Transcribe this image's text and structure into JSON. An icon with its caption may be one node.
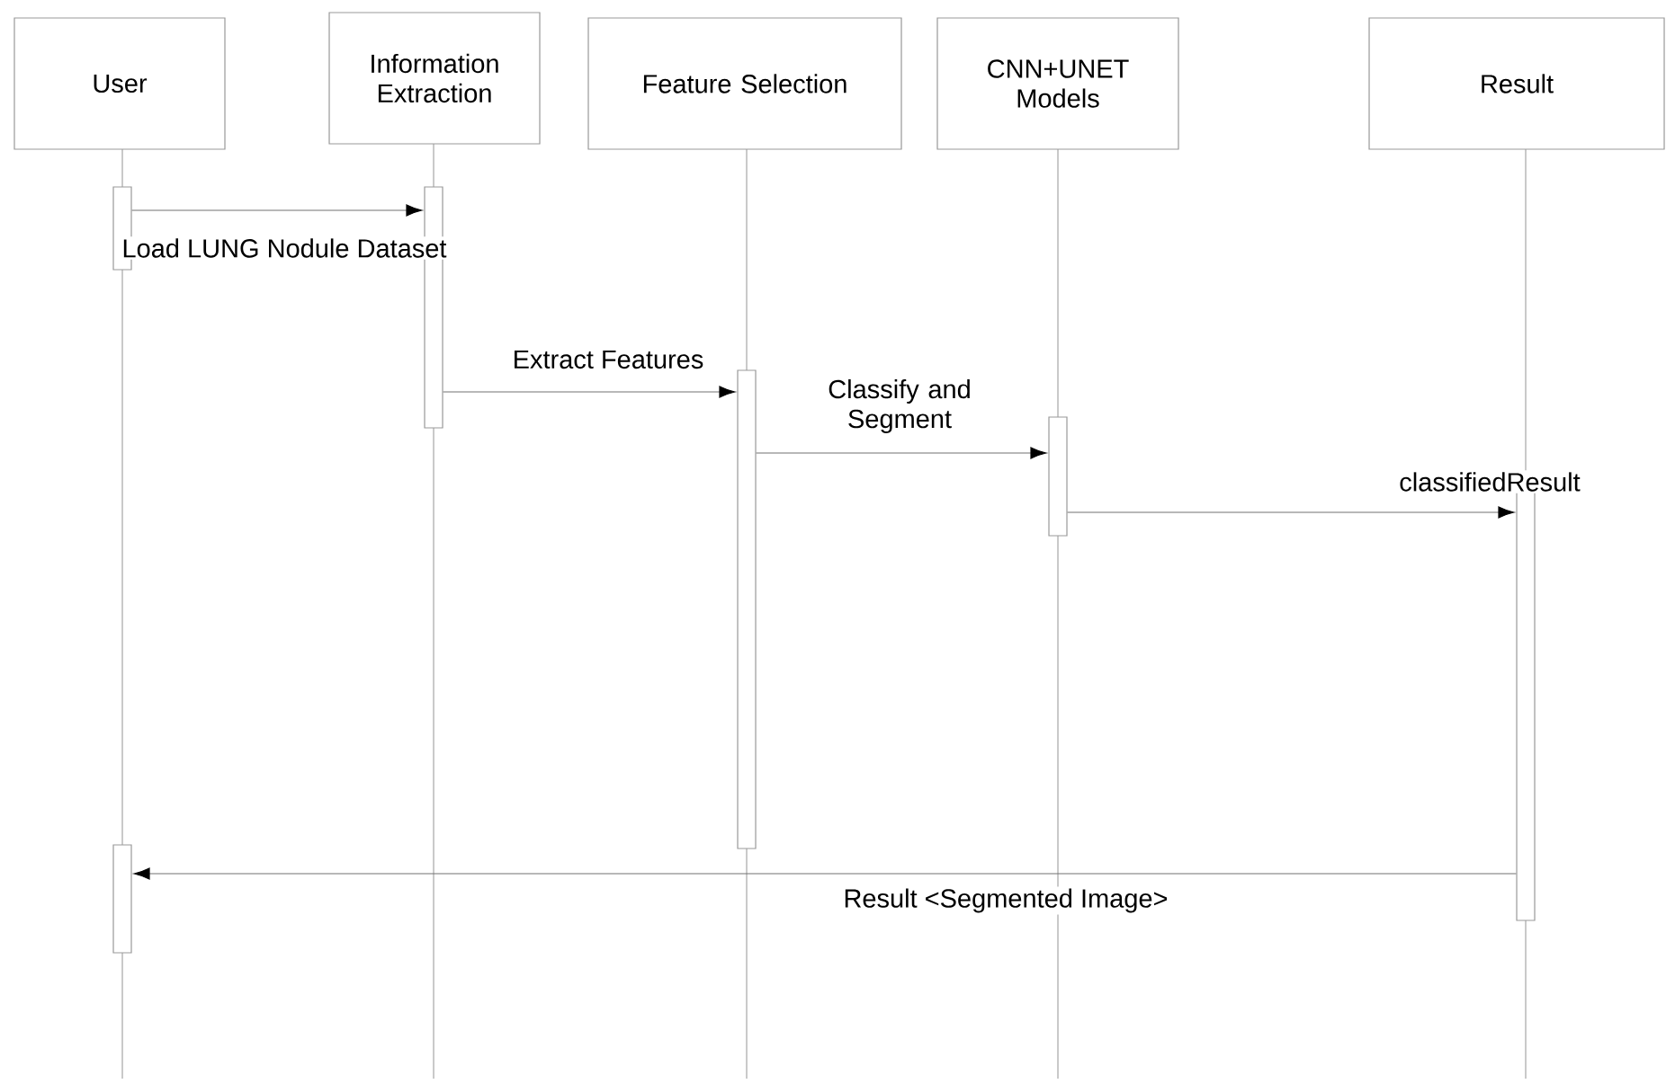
{
  "diagram": {
    "nodes": [
      {
        "text": [
          "User"
        ]
      },
      {
        "text": [
          "Information Extraction"
        ]
      },
      {
        "text": [
          "Feature Selection"
        ]
      },
      {
        "text": [
          "CNN+UNET Models"
        ]
      },
      {
        "text": [
          "Result"
        ]
      },
      {
        "text": [],
        "shape": "bar"
      },
      {
        "text": [],
        "shape": "bar"
      },
      {
        "text": [],
        "shape": "bar"
      },
      {
        "text": [],
        "shape": "bar"
      },
      {
        "text": [],
        "shape": "bar"
      },
      {
        "text": [],
        "shape": "bar"
      }
    ],
    "edges": [
      {
        "from": 5,
        "to": 7,
        "arrow": "to",
        "label": "Load LUNG Nodule Dataset"
      },
      {
        "from": 7,
        "to": 8,
        "arrow": "to",
        "label": "Extract Features"
      },
      {
        "from": 8,
        "to": 9,
        "arrow": "to",
        "label": "Classify and Segment"
      },
      {
        "from": 9,
        "to": 10,
        "arrow": "to",
        "label": "classifiedResult"
      },
      {
        "from": 10,
        "to": 6,
        "arrow": "to",
        "label": "Result <Segmented Image>"
      }
    ]
  }
}
